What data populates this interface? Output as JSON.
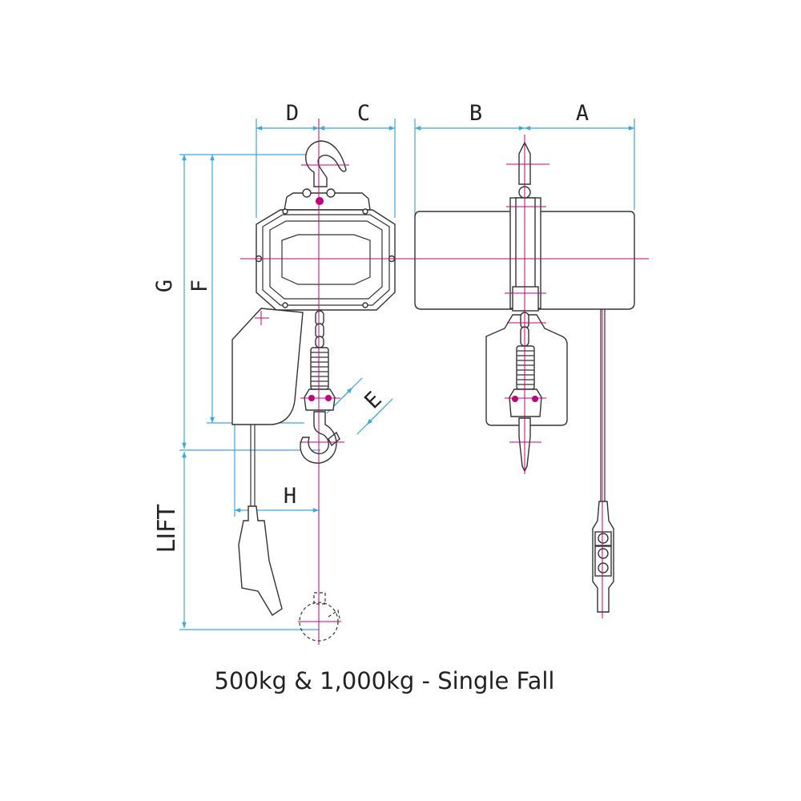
{
  "title": "500kg & 1,000kg - Single Fall",
  "dimension_labels": {
    "A": "A",
    "B": "B",
    "C": "C",
    "D": "D",
    "E": "E",
    "F": "F",
    "G": "G",
    "H": "H",
    "lift": "LIFT"
  },
  "colors": {
    "dimension_lines": "#3aa9dc",
    "center_lines": "#c4007a",
    "outline": "#333333"
  }
}
